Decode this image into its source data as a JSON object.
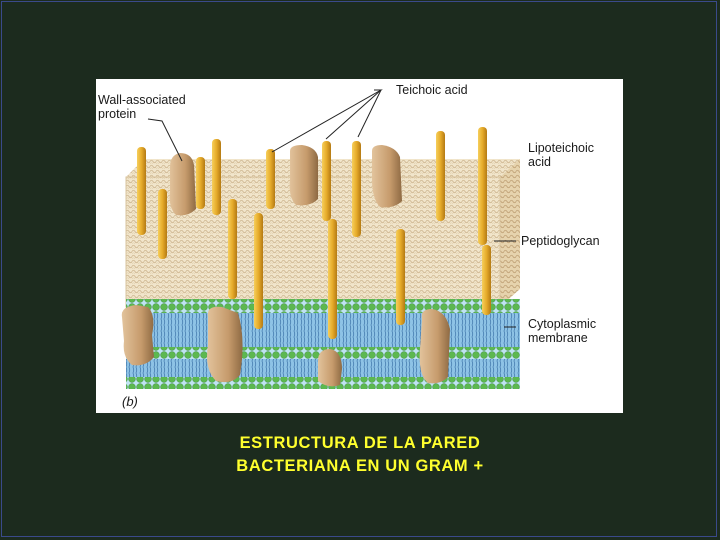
{
  "figure": {
    "panel_letter": "(b)",
    "labels": {
      "wall_protein_line1": "Wall-associated",
      "wall_protein_line2": "protein",
      "teichoic": "Teichoic acid",
      "lipoteichoic_line1": "Lipoteichoic",
      "lipoteichoic_line2": "acid",
      "peptidoglycan": "Peptidoglycan",
      "membrane_line1": "Cytoplasmic",
      "membrane_line2": "membrane"
    }
  },
  "caption": {
    "line1": "ESTRUCTURA DE LA PARED",
    "line2": "BACTERIANA EN UN GRAM +"
  },
  "colors": {
    "background": "#1c2b1e",
    "caption": "#ffff2e",
    "peptidoglycan": "#efe1c4",
    "membrane": "#8ec3e6",
    "lipid_heads": "#58b84f",
    "teichoic_rods": "#e0a92e",
    "proteins": "#c9a278"
  }
}
